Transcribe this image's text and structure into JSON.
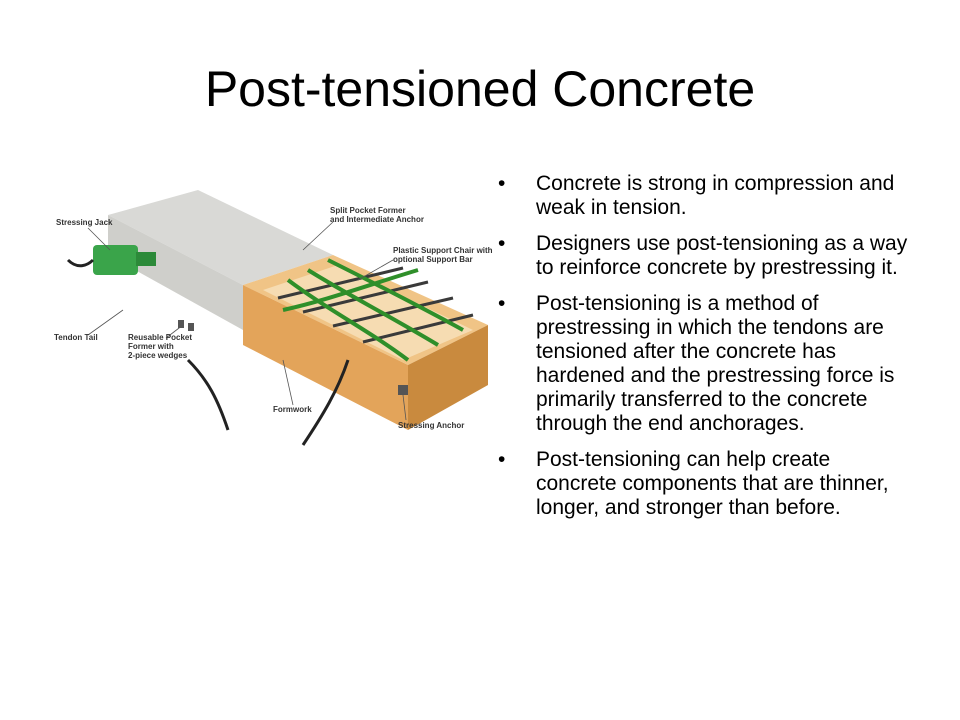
{
  "slide": {
    "title": "Post-tensioned Concrete",
    "bullet_char": "•",
    "bullets": [
      "Concrete is strong in compression and weak in tension.",
      "Designers use post-tensioning as a way to reinforce concrete by prestressing it.",
      "Post-tensioning is a method of prestressing in which the tendons are tensioned after the concrete has hardened and the prestressing force is primarily transferred to the concrete through the end anchorages.",
      "Post-tensioning can help create concrete components that are thinner, longer, and stronger than before."
    ]
  },
  "figure": {
    "labels": {
      "stressing_jack": "Stressing Jack",
      "split_pocket_1": "Split Pocket Former",
      "split_pocket_2": "and Intermediate Anchor",
      "support_chair_1": "Plastic Support Chair with",
      "support_chair_2": "optional Support Bar",
      "tendon_tail": "Tendon Tail",
      "pocket_former_1": "Reusable Pocket",
      "pocket_former_2": "Former with",
      "pocket_former_3": "2-piece wedges",
      "formwork": "Formwork",
      "stressing_anchor": "Stressing Anchor"
    },
    "colors": {
      "concrete": "#d9d9d6",
      "formwork": "#e3a45a",
      "tendon": "#2f8f2a",
      "jack": "#3aa44a",
      "rebar": "#3a3a3a"
    }
  }
}
